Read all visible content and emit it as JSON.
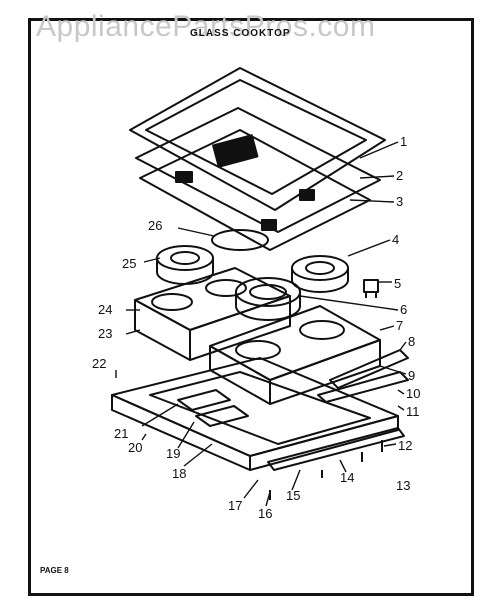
{
  "watermark": "AppliancePartsPros.com",
  "header": "GLASS COOKTOP",
  "footer": "PAGE 8",
  "callouts": {
    "c1": "1",
    "c2": "2",
    "c3": "3",
    "c4": "4",
    "c5": "5",
    "c6": "6",
    "c7": "7",
    "c8": "8",
    "c9": "9",
    "c10": "10",
    "c11": "11",
    "c12": "12",
    "c13": "13",
    "c14": "14",
    "c15": "15",
    "c16": "16",
    "c17": "17",
    "c18": "18",
    "c19": "19",
    "c20": "20",
    "c21": "21",
    "c22": "22",
    "c23": "23",
    "c24": "24",
    "c25": "25",
    "c26": "26"
  }
}
